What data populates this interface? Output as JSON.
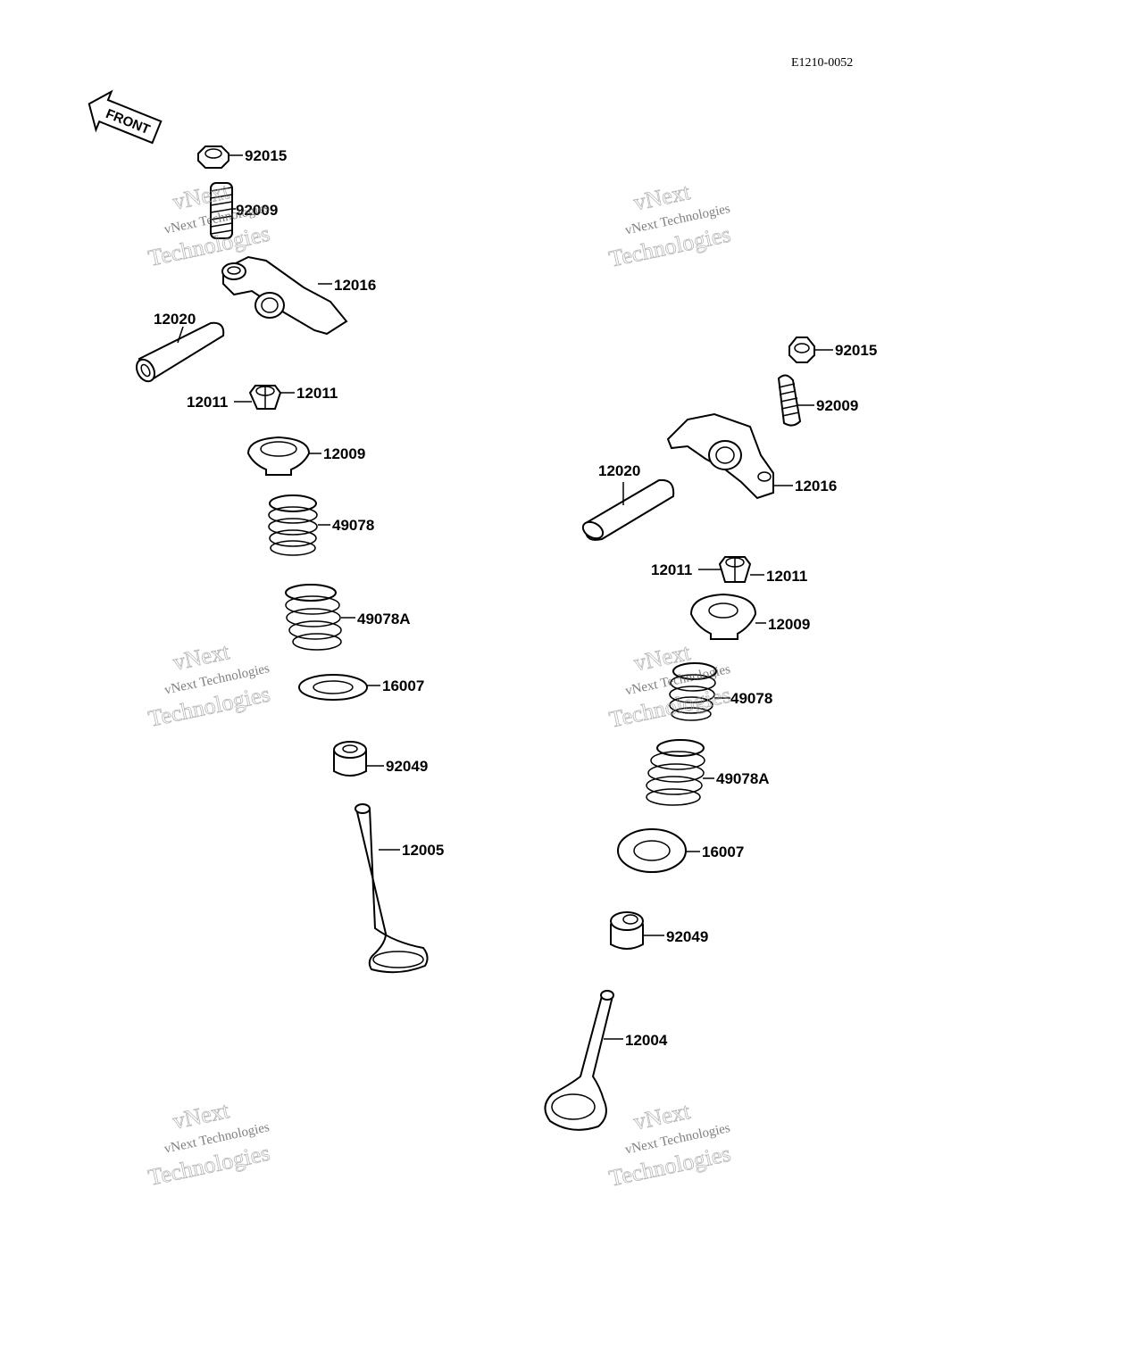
{
  "diagram_code": "E1210-0052",
  "front_label": "FRONT",
  "watermark": {
    "line1": "vNext Technologies",
    "line2": "vNext",
    "line3": "Technologies"
  },
  "left_assembly": {
    "nut": "92015",
    "adjuster_screw": "92009",
    "rocker_arm": "12016",
    "rocker_shaft": "12020",
    "cotter_left": "12011",
    "cotter_right": "12011",
    "retainer": "12009",
    "inner_spring": "49078",
    "outer_spring": "49078A",
    "spring_seat": "16007",
    "stem_seal": "92049",
    "valve": "12005"
  },
  "right_assembly": {
    "nut": "92015",
    "adjuster_screw": "92009",
    "rocker_arm": "12016",
    "rocker_shaft": "12020",
    "cotter_left": "12011",
    "cotter_right": "12011",
    "retainer": "12009",
    "inner_spring": "49078",
    "outer_spring": "49078A",
    "spring_seat": "16007",
    "stem_seal": "92049",
    "valve": "12004"
  }
}
